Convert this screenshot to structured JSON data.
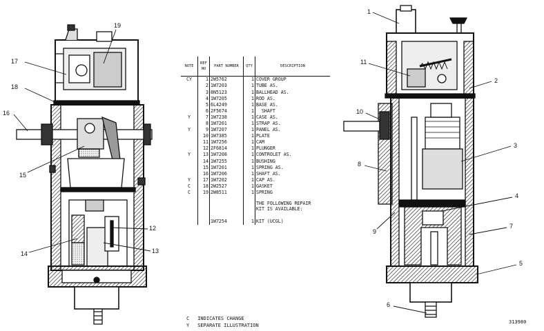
{
  "table": {
    "headers": [
      "NOTE",
      "REF NO",
      "PART NUMBER",
      "QTY",
      "DESCRIPTION"
    ],
    "rows": [
      {
        "note": "CY",
        "ref": "1",
        "part": "2W5762",
        "qty": "1",
        "desc": "COVER GROUP"
      },
      {
        "note": "",
        "ref": "2",
        "part": "1W7203",
        "qty": "1",
        "desc": "TUBE AS."
      },
      {
        "note": "",
        "ref": "3",
        "part": "8N5123",
        "qty": "1",
        "desc": "BALLHEAD AS."
      },
      {
        "note": "",
        "ref": "4",
        "part": "1W7205",
        "qty": "1",
        "desc": "ROD AS."
      },
      {
        "note": "",
        "ref": "5",
        "part": "6L4249",
        "qty": "1",
        "desc": "BASE AS."
      },
      {
        "note": "",
        "ref": "6",
        "part": "2F5674",
        "qty": "1",
        "desc": "  SHAFT"
      },
      {
        "note": "Y",
        "ref": "7",
        "part": "1W7238",
        "qty": "1",
        "desc": "CASE AS."
      },
      {
        "note": "",
        "ref": "8",
        "part": "1W7201",
        "qty": "1",
        "desc": "STRAP AS."
      },
      {
        "note": "Y",
        "ref": "9",
        "part": "1W7207",
        "qty": "1",
        "desc": "PANEL AS."
      },
      {
        "note": "",
        "ref": "10",
        "part": "1W7385",
        "qty": "1",
        "desc": "PLATE"
      },
      {
        "note": "",
        "ref": "11",
        "part": "1W7256",
        "qty": "1",
        "desc": "CAM"
      },
      {
        "note": "",
        "ref": "12",
        "part": "2F6814",
        "qty": "1",
        "desc": "PLUNGER"
      },
      {
        "note": "Y",
        "ref": "13",
        "part": "1W7208",
        "qty": "1",
        "desc": "CONTROLET AS."
      },
      {
        "note": "",
        "ref": "14",
        "part": "1W7255",
        "qty": "1",
        "desc": "BUSHING"
      },
      {
        "note": "",
        "ref": "15",
        "part": "1W7201",
        "qty": "1",
        "desc": "SPRING AS."
      },
      {
        "note": "",
        "ref": "16",
        "part": "1W7206",
        "qty": "1",
        "desc": "SHAFT AS."
      },
      {
        "note": "Y",
        "ref": "17",
        "part": "1W7202",
        "qty": "1",
        "desc": "CAP AS."
      },
      {
        "note": "C",
        "ref": "18",
        "part": "2W2527",
        "qty": "1",
        "desc": "GASKET"
      },
      {
        "note": "C",
        "ref": "19",
        "part": "2W8511",
        "qty": "1",
        "desc": "SPRING"
      }
    ],
    "repair_note": [
      "THE FOLLOWING REPAIR",
      "KIT IS AVAILABLE:"
    ],
    "kit": {
      "part": "1W7254",
      "qty": "1",
      "desc": "KIT (UCGL)"
    }
  },
  "legend": [
    {
      "code": "C",
      "text": "INDICATES CHANGE"
    },
    {
      "code": "Y",
      "text": "SEPARATE ILLUSTRATION"
    }
  ],
  "figure_number": "313980",
  "callouts_left": [
    "19",
    "17",
    "18",
    "16",
    "15",
    "12",
    "14",
    "13"
  ],
  "callouts_right": [
    "1",
    "11",
    "2",
    "10",
    "3",
    "8",
    "4",
    "9",
    "7",
    "5",
    "6"
  ]
}
